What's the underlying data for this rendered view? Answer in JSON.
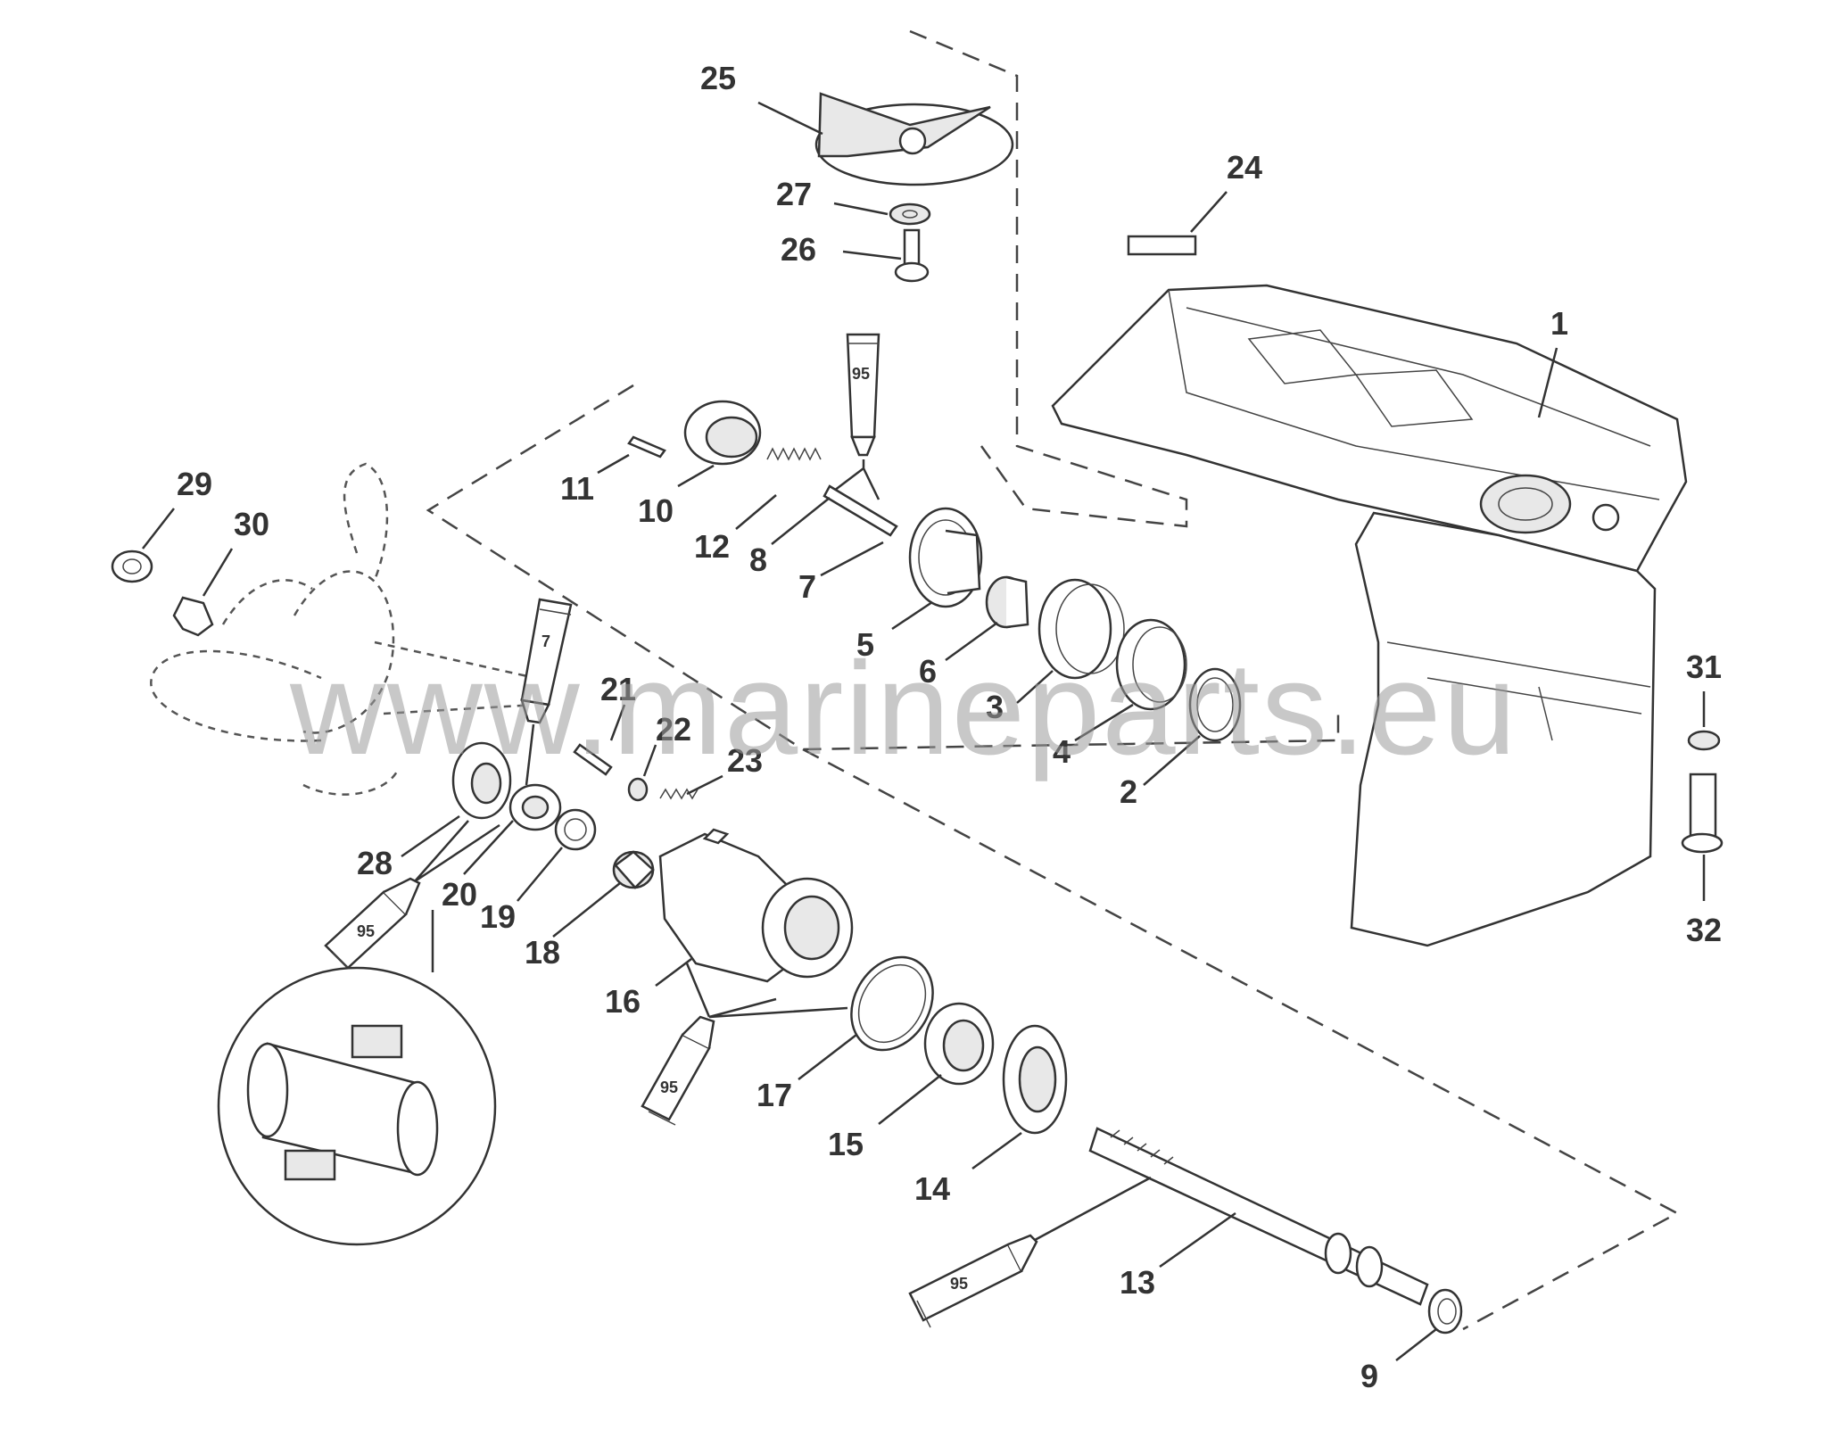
{
  "watermark": "www.marineparts.eu",
  "callouts": [
    {
      "id": "1",
      "label": "1"
    },
    {
      "id": "2",
      "label": "2"
    },
    {
      "id": "3",
      "label": "3"
    },
    {
      "id": "4",
      "label": "4"
    },
    {
      "id": "5",
      "label": "5"
    },
    {
      "id": "6",
      "label": "6"
    },
    {
      "id": "7",
      "label": "7"
    },
    {
      "id": "8",
      "label": "8"
    },
    {
      "id": "9",
      "label": "9"
    },
    {
      "id": "10",
      "label": "10"
    },
    {
      "id": "11",
      "label": "11"
    },
    {
      "id": "12",
      "label": "12"
    },
    {
      "id": "13",
      "label": "13"
    },
    {
      "id": "14",
      "label": "14"
    },
    {
      "id": "15",
      "label": "15"
    },
    {
      "id": "16",
      "label": "16"
    },
    {
      "id": "17",
      "label": "17"
    },
    {
      "id": "18",
      "label": "18"
    },
    {
      "id": "19",
      "label": "19"
    },
    {
      "id": "20",
      "label": "20"
    },
    {
      "id": "21",
      "label": "21"
    },
    {
      "id": "22",
      "label": "22"
    },
    {
      "id": "23",
      "label": "23"
    },
    {
      "id": "24",
      "label": "24"
    },
    {
      "id": "25",
      "label": "25"
    },
    {
      "id": "26",
      "label": "26"
    },
    {
      "id": "27",
      "label": "27"
    },
    {
      "id": "28",
      "label": "28"
    },
    {
      "id": "29",
      "label": "29"
    },
    {
      "id": "30",
      "label": "30"
    },
    {
      "id": "31",
      "label": "31"
    },
    {
      "id": "32",
      "label": "32"
    }
  ],
  "tubes": [
    {
      "id": "a",
      "label": "95"
    },
    {
      "id": "b",
      "label": "7"
    },
    {
      "id": "c",
      "label": "95"
    },
    {
      "id": "d",
      "label": "95"
    },
    {
      "id": "e",
      "label": "95"
    }
  ]
}
